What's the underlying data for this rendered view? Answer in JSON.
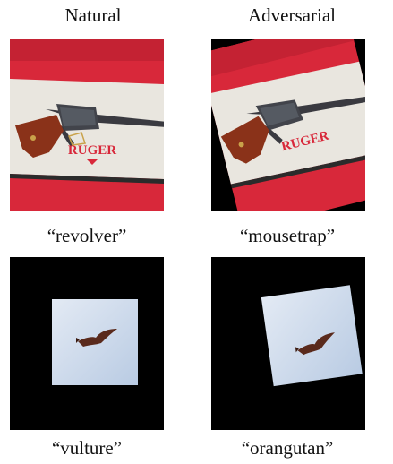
{
  "columns": [
    {
      "header": "Natural"
    },
    {
      "header": "Adversarial"
    }
  ],
  "rows": [
    {
      "image": "revolver-on-ruger-case",
      "captions": [
        "“revolver”",
        "“mousetrap”"
      ]
    },
    {
      "image": "bird-in-sky",
      "captions": [
        "“vulture”",
        "“orangutan”"
      ]
    }
  ],
  "logo_text": "RUGER",
  "colors": {
    "background": "#ffffff",
    "padding": "#000000",
    "red_cloth": "#d8283a",
    "case": "#e9e6df",
    "sky": "#cfdcee",
    "bird": "#5a2a1c"
  }
}
